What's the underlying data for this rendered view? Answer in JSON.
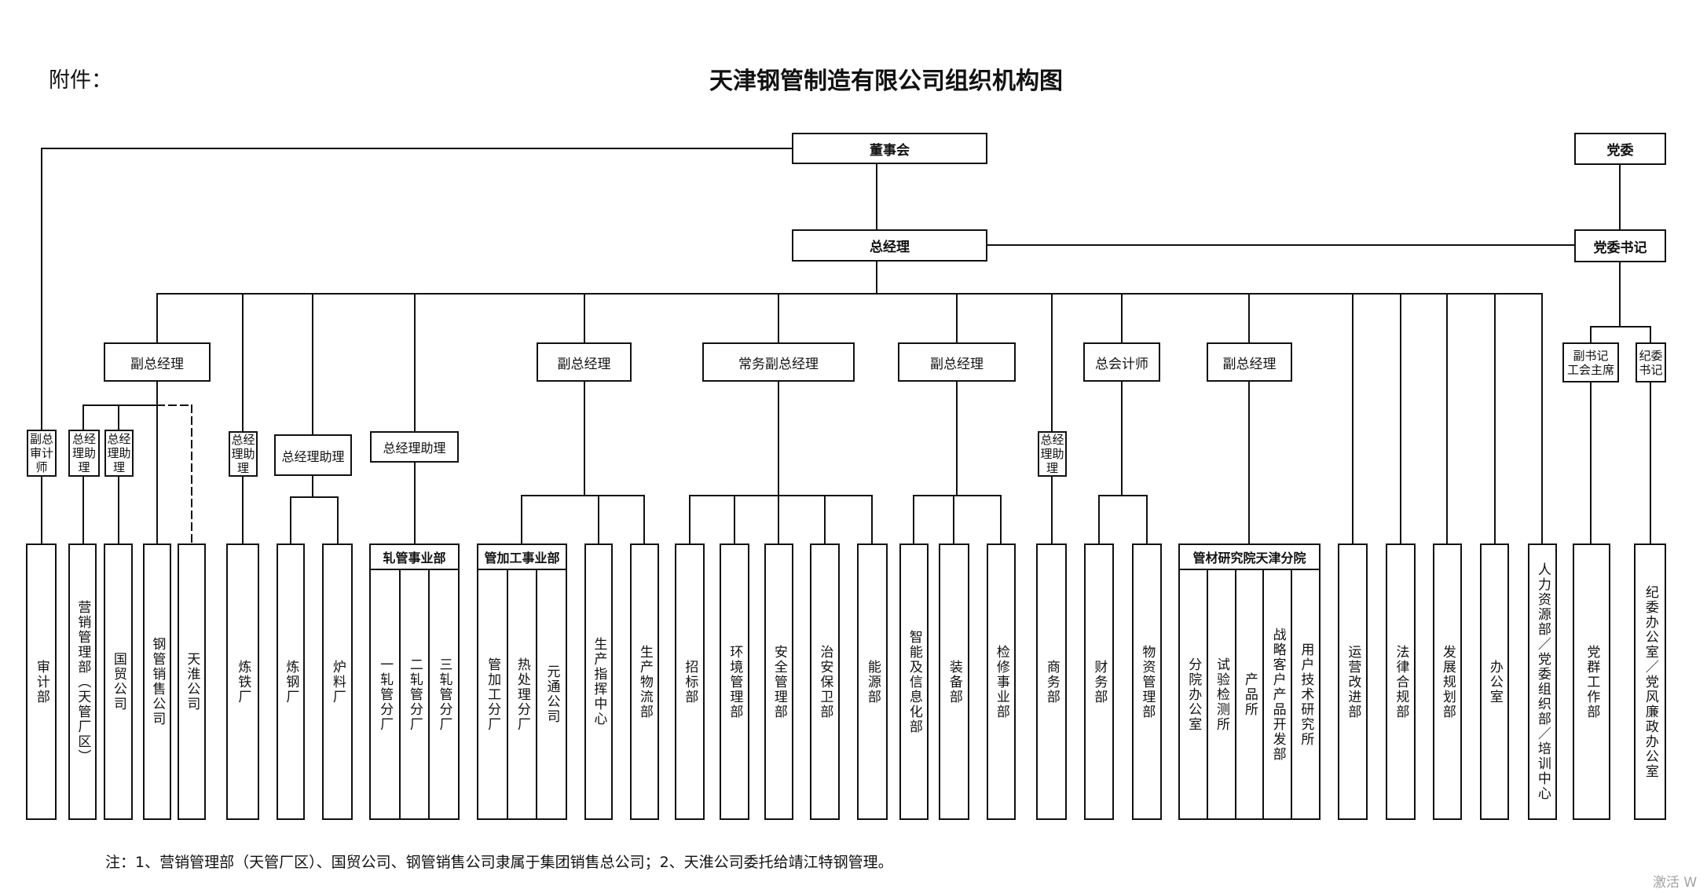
{
  "header": {
    "attachment_label": "附件：",
    "title": "天津钢管制造有限公司组织机构图"
  },
  "leadership": {
    "board": "董事会",
    "general_manager": "总经理",
    "party_committee": "党委",
    "party_secretary": "党委书记"
  },
  "executives": {
    "deputy_gm_marketing": "副总经理",
    "deputy_gm_production": "副总经理",
    "executive_deputy_gm": "常务副总经理",
    "deputy_gm_equipment": "副总经理",
    "chief_accountant": "总会计师",
    "deputy_gm_research": "副总经理",
    "deputy_party_secretary": "副书记\n工会主席",
    "discipline_secretary": "纪委书记"
  },
  "assistants": {
    "deputy_chief_auditor": "副总审计师",
    "gm_assistant_marketing": "总经理助理",
    "gm_assistant_trade": "总经理助理",
    "gm_assistant_ironmaking": "总经理助理",
    "gm_assistant_steelmaking": "总经理助理",
    "gm_assistant_rolling": "总经理助理",
    "gm_assistant_commerce": "总经理助理"
  },
  "departments": [
    "审计部",
    "营销管理部（天管厂区）",
    "国贸公司",
    "钢管销售公司",
    "天淮公司",
    "炼铁厂",
    "炼钢厂",
    "炉料厂",
    "生产指挥中心",
    "生产物流部",
    "招标部",
    "环境管理部",
    "安全管理部",
    "治安保卫部",
    "能源部",
    "智能及信息化部",
    "装备部",
    "检修事业部",
    "商务部",
    "财务部",
    "物资管理部",
    "运营改进部",
    "法律合规部",
    "发展规划部",
    "办公室",
    "人力资源部／党委组织部／培训中心",
    "党群工作部",
    "纪委办公室／党风廉政办公室"
  ],
  "groups": [
    {
      "title": "轧管事业部",
      "units": [
        "一轧管分厂",
        "二轧管分厂",
        "三轧管分厂"
      ]
    },
    {
      "title": "管加工事业部",
      "units": [
        "管加工分厂",
        "热处理分厂",
        "元通公司"
      ]
    },
    {
      "title": "管材研究院天津分院",
      "units": [
        "分院办公室",
        "试验检测所",
        "产品所",
        "战略客户产品开发部",
        "用户技术研究所"
      ]
    }
  ],
  "footnote": "注：1、营销管理部（天管厂区）、国贸公司、钢管销售公司隶属于集团销售总公司；2、天淮公司委托给靖江特钢管理。",
  "watermark": "激活 W"
}
